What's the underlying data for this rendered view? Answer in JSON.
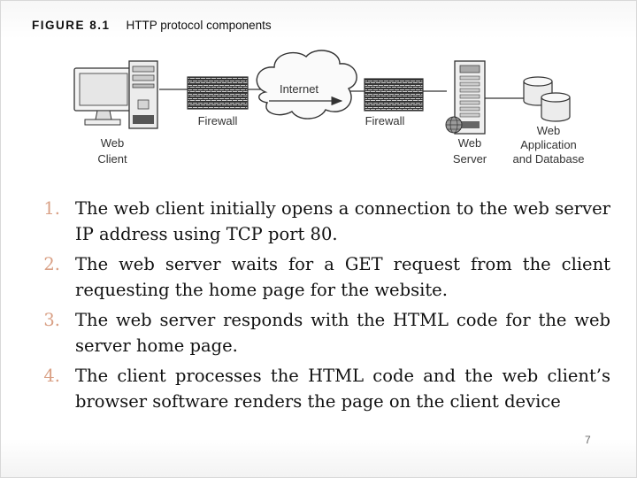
{
  "figure": {
    "label": "FIGURE 8.1",
    "title": "HTTP protocol components"
  },
  "diagram": {
    "nodes": {
      "web_client": [
        "Web",
        "Client"
      ],
      "firewall_left": "Firewall",
      "internet": "Internet",
      "firewall_right": "Firewall",
      "web_server": [
        "Web",
        "Server"
      ],
      "app_db": [
        "Web",
        "Application",
        "and Database"
      ]
    }
  },
  "steps": [
    {
      "number": "1.",
      "text": "The web client initially opens a connection to the web server IP address using TCP port 80."
    },
    {
      "number": "2.",
      "text": "The web server waits for a GET request from the client requesting the home page for the website."
    },
    {
      "number": "3.",
      "text": "The web server responds with the HTML code for the web server home page."
    },
    {
      "number": "4.",
      "text": "The client processes the HTML code and the web client’s browser software renders the page on the client device"
    }
  ],
  "page_number": "7",
  "colors": {
    "list_number": "#d9a085"
  }
}
